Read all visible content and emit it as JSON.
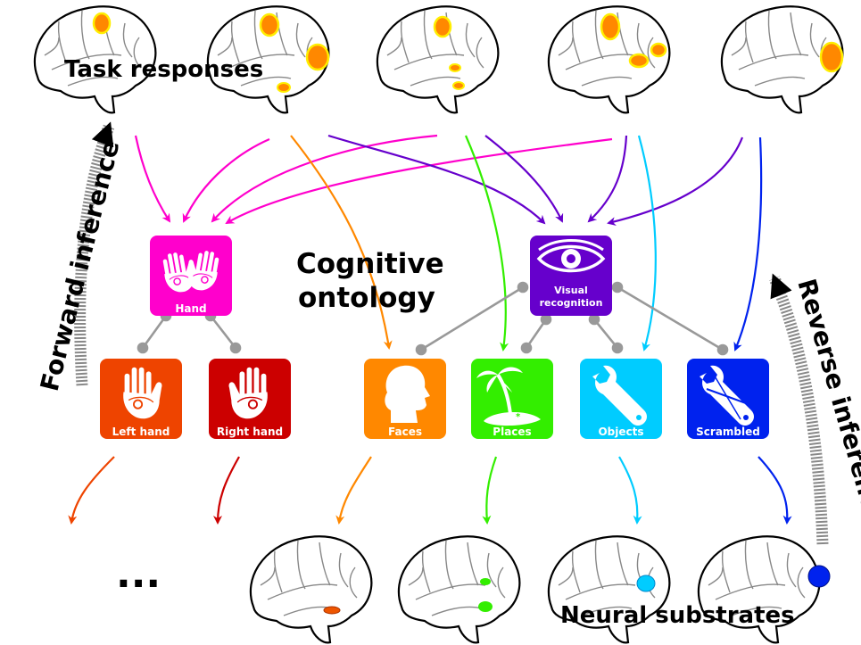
{
  "labels": {
    "task_responses": "Task responses",
    "cognitive_ontology_line1": "Cognitive",
    "cognitive_ontology_line2": "ontology",
    "forward_inference": "Forward inference",
    "reverse_inference": "Reverse inference",
    "neural_substrates": "Neural substrates",
    "ellipsis": "..."
  },
  "concepts": {
    "hand": {
      "label": "Hand",
      "color": "#ff00cc",
      "icon": "two-hands-icon"
    },
    "visual": {
      "label_line1": "Visual",
      "label_line2": "recognition",
      "color": "#6600cc",
      "icon": "eye-icon"
    },
    "left_hand": {
      "label": "Left hand",
      "color": "#ee4400",
      "icon": "hand-icon"
    },
    "right_hand": {
      "label": "Right hand",
      "color": "#cc0000",
      "icon": "hand-icon"
    },
    "faces": {
      "label": "Faces",
      "color": "#ff8800",
      "icon": "face-silhouette-icon"
    },
    "places": {
      "label": "Places",
      "color": "#33ee00",
      "icon": "palm-island-icon"
    },
    "objects": {
      "label": "Objects",
      "color": "#00ccff",
      "icon": "wrench-icon"
    },
    "scrambled": {
      "label": "Scrambled",
      "color": "#0022ee",
      "icon": "scrambled-wrench-icon"
    }
  },
  "colors": {
    "activation_fill": "#ff8800",
    "activation_ring": "#ffee00",
    "ontology_link": "#999999"
  }
}
